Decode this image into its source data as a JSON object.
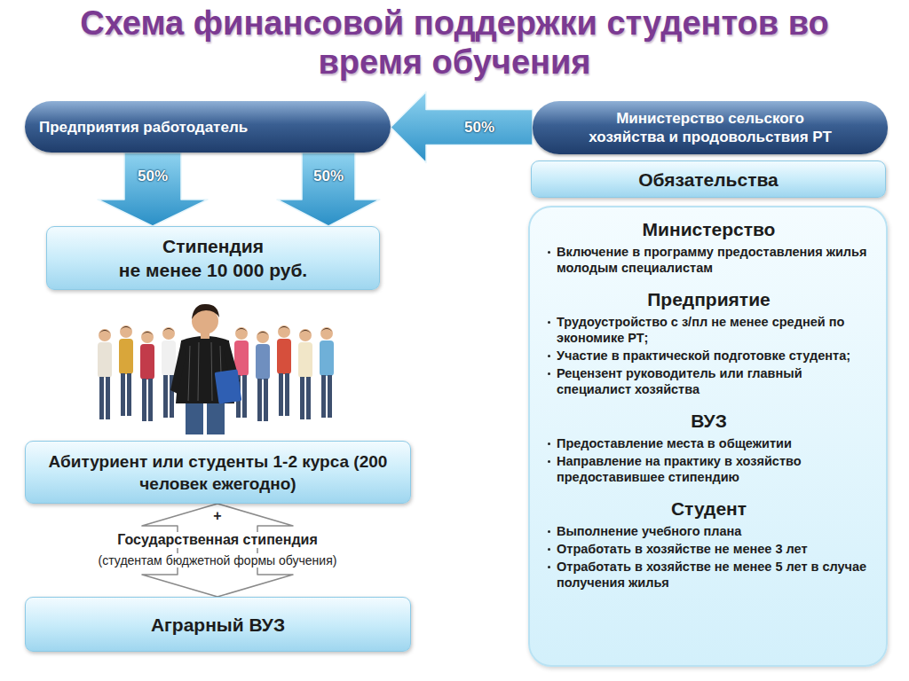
{
  "diagram": {
    "title": "Схема финансовой поддержки студентов во время обучения",
    "nodes": [
      {
        "text": [
          "Предприятия работодатель"
        ]
      },
      {
        "text": [
          "Министерство сельского хозяйства и продовольствия РТ"
        ]
      },
      {
        "text": [
          "Стипендия",
          "не менее 10 000 руб."
        ]
      },
      {
        "text": [
          "Обязательства"
        ]
      },
      {
        "text": [
          "Министерство",
          "Включение в программу предоставления жилья молодым специалистам",
          "Предприятие",
          "Трудоустройство с з/пл не менее средней по экономике РТ;",
          "Участие в практической подготовке студента;",
          "Рецензент руководитель или главный специалист хозяйства",
          "ВУЗ",
          "Предоставление места в общежитии",
          "Направление на практику в хозяйство предоставившее стипендию",
          "Студент",
          "Выполнение учебного плана",
          "Отработать в хозяйстве не менее 3 лет",
          "Отработать в хозяйстве не менее 5 лет в случае получения жилья"
        ]
      },
      {
        "text": [
          "Абитуриент или студенты 1-2 курса (200 человек ежегодно)"
        ]
      },
      {
        "text": [
          "Аграрный ВУЗ"
        ]
      }
    ],
    "edges": [
      {
        "from": 1,
        "to": 0,
        "label": "50%",
        "arrow": "to"
      },
      {
        "from": 0,
        "to": 2,
        "label": "50%",
        "arrow": "to"
      },
      {
        "from": 0,
        "to": 2,
        "label": "50%",
        "arrow": "to"
      },
      {
        "from": 5,
        "to": 6,
        "label": "+",
        "arrow": "both"
      }
    ],
    "labels": [
      "Государственная стипендия",
      "(студентам бюджетной формы обучения)"
    ]
  }
}
